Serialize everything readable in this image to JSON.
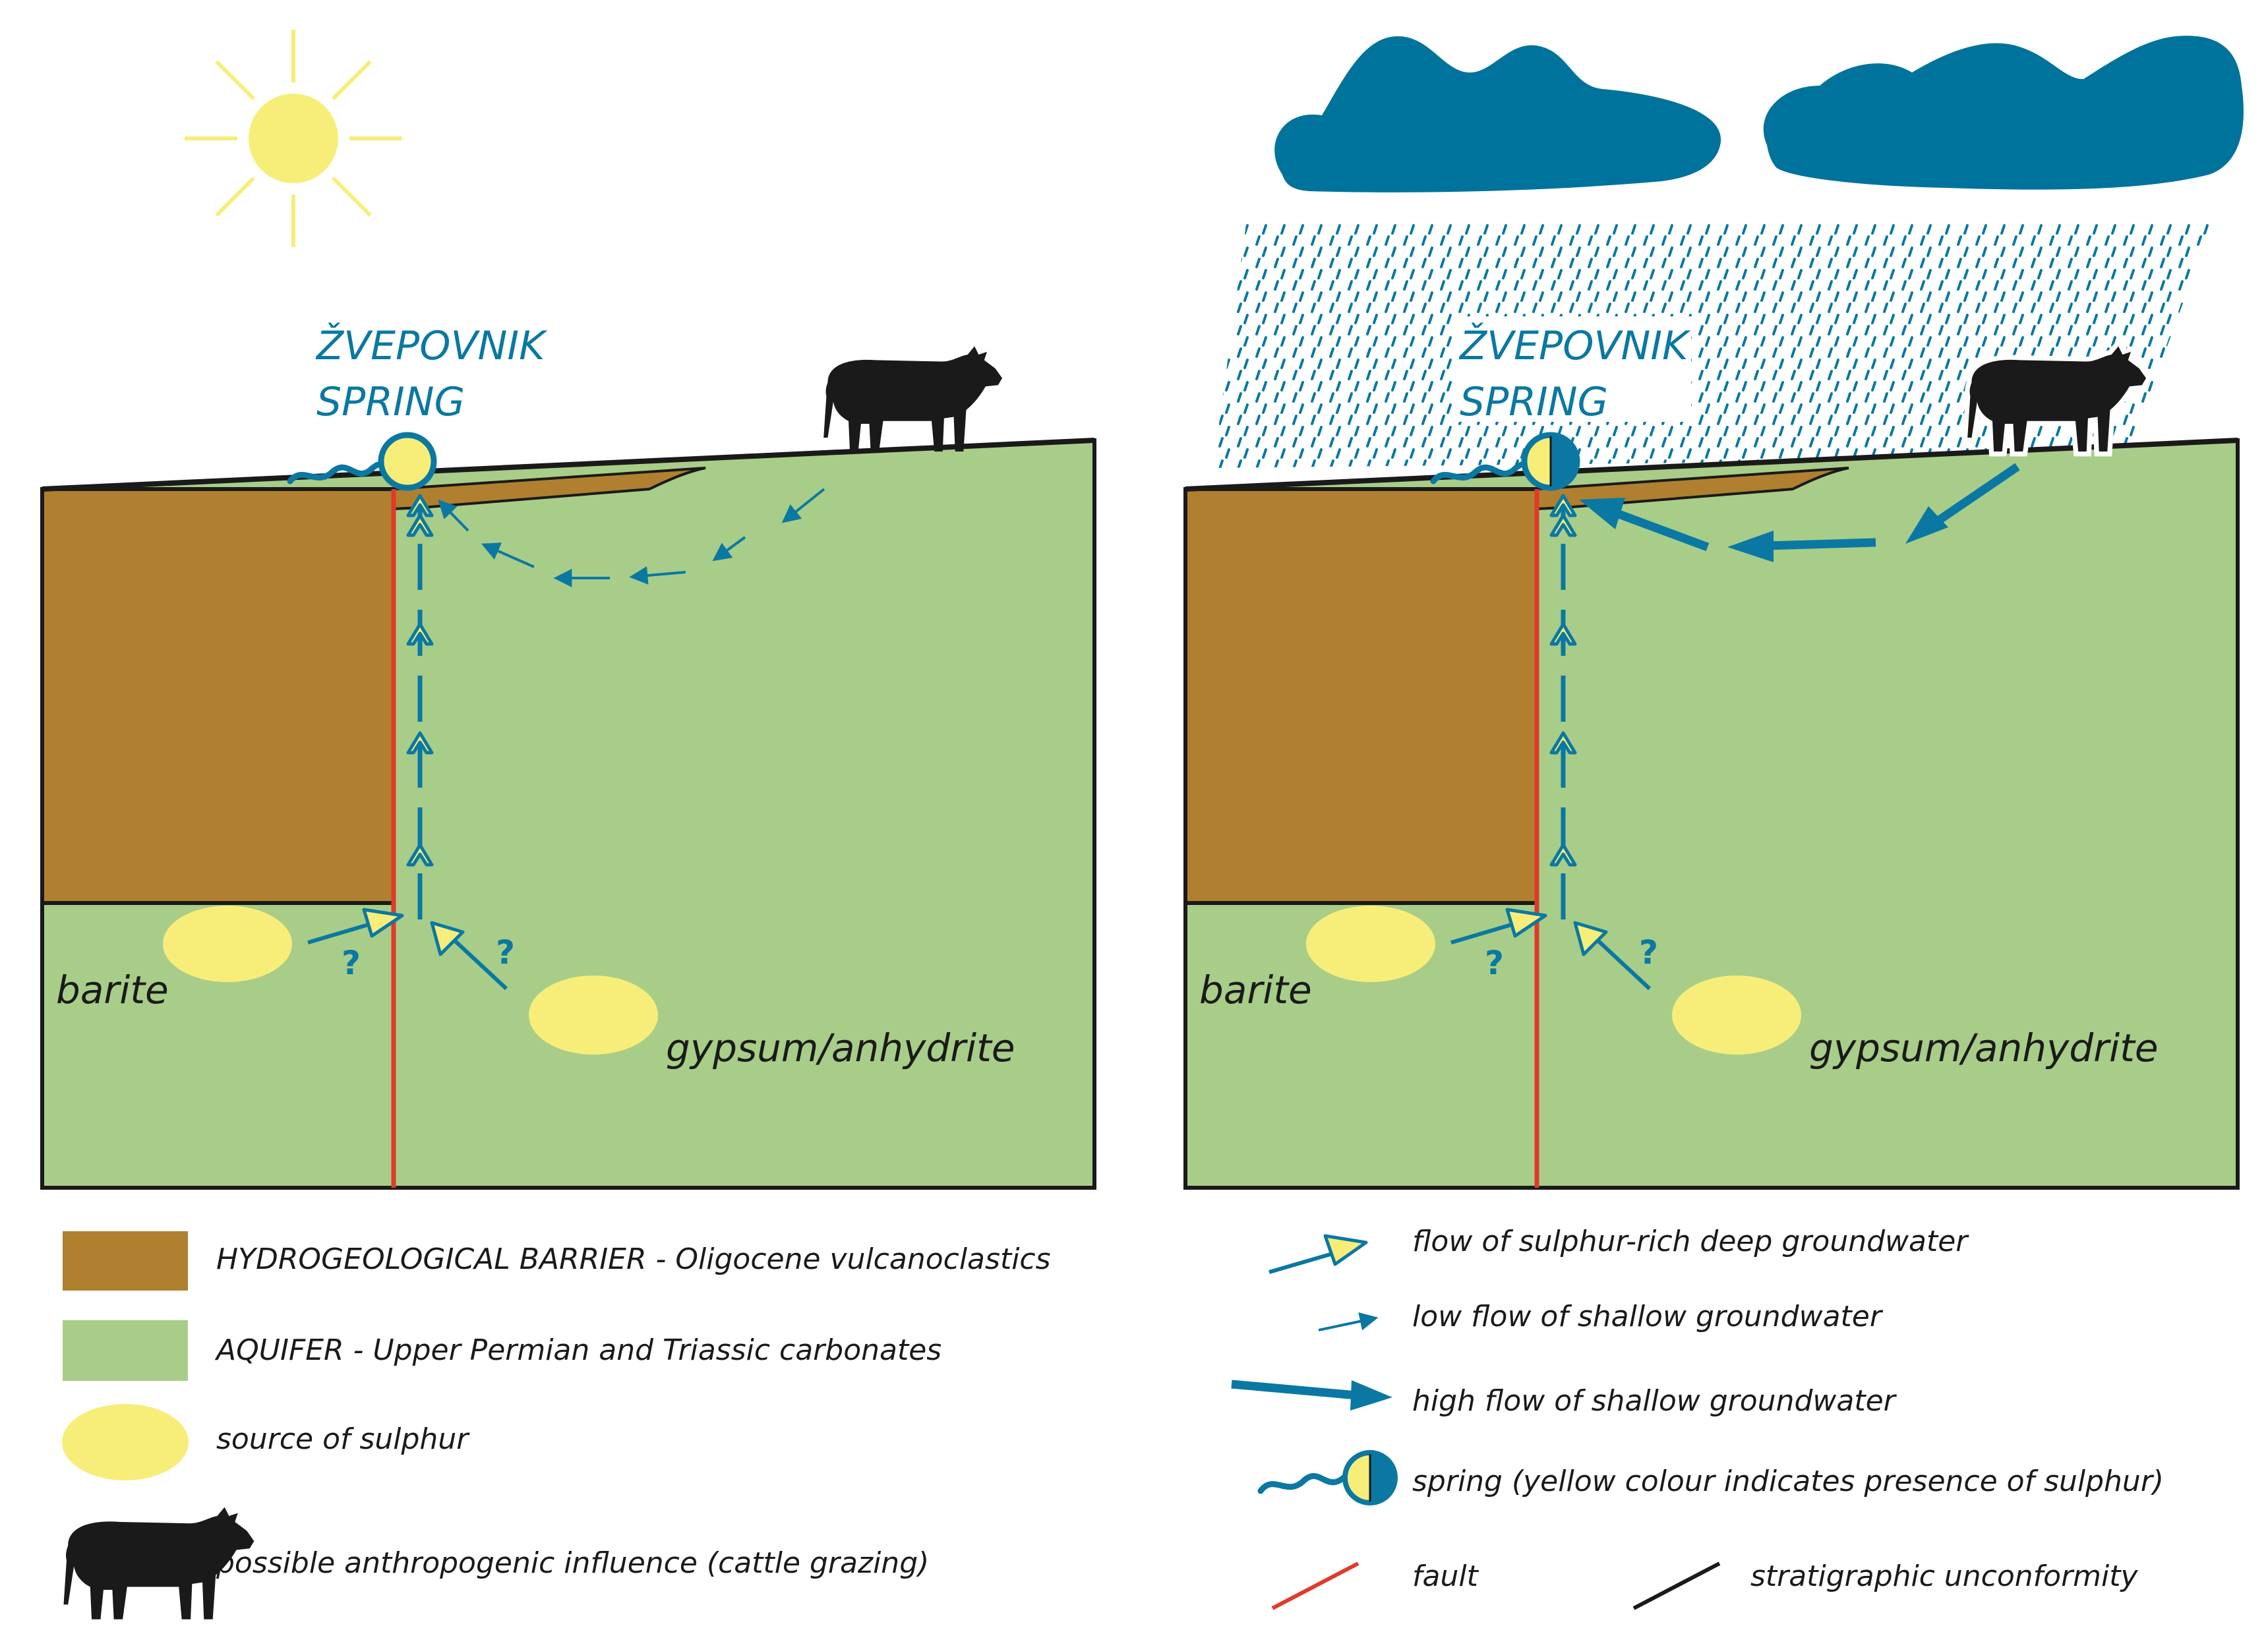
{
  "colors": {
    "barrier": "#b08030",
    "aquifer": "#a8cd88",
    "sulphur": "#f7ee7a",
    "water": "#0a78a2",
    "cloud": "#00739c",
    "fault": "#e03a2a",
    "outline": "#1a1a1a",
    "sun": "#f7ee7a"
  },
  "panels": [
    {
      "id": "dry",
      "spring_name_line1": "ŽVEPOVNIK",
      "spring_name_line2": "SPRING",
      "label_barite": "barite",
      "label_gypsum": "gypsum/anhydrite",
      "question_marks": [
        "?",
        "?"
      ],
      "weather": "sun-icon",
      "spring_state": "sulphur-present"
    },
    {
      "id": "wet",
      "spring_name_line1": "ŽVEPOVNIK",
      "spring_name_line2": "SPRING",
      "label_barite": "barite",
      "label_gypsum": "gypsum/anhydrite",
      "question_marks": [
        "?",
        "?"
      ],
      "weather": "rain-cloud-icon",
      "spring_state": "partial-sulphur"
    }
  ],
  "legend_left": [
    {
      "key": "barrier",
      "text": "HYDROGEOLOGICAL BARRIER - Oligocene vulcanoclastics"
    },
    {
      "key": "aquifer",
      "text": "AQUIFER - Upper Permian and Triassic carbonates"
    },
    {
      "key": "sulphur",
      "text": "source of sulphur"
    },
    {
      "key": "cattle",
      "text": "possible anthropogenic influence (cattle grazing)"
    }
  ],
  "legend_right": [
    {
      "key": "deep-flow",
      "text": "flow of sulphur-rich deep groundwater"
    },
    {
      "key": "low-flow",
      "text": "low flow of shallow groundwater"
    },
    {
      "key": "high-flow",
      "text": "high flow of shallow groundwater"
    },
    {
      "key": "spring",
      "text": "spring (yellow colour indicates presence of sulphur)"
    },
    {
      "key": "fault",
      "text": "fault"
    },
    {
      "key": "unconformity",
      "text": "stratigraphic unconformity"
    }
  ]
}
